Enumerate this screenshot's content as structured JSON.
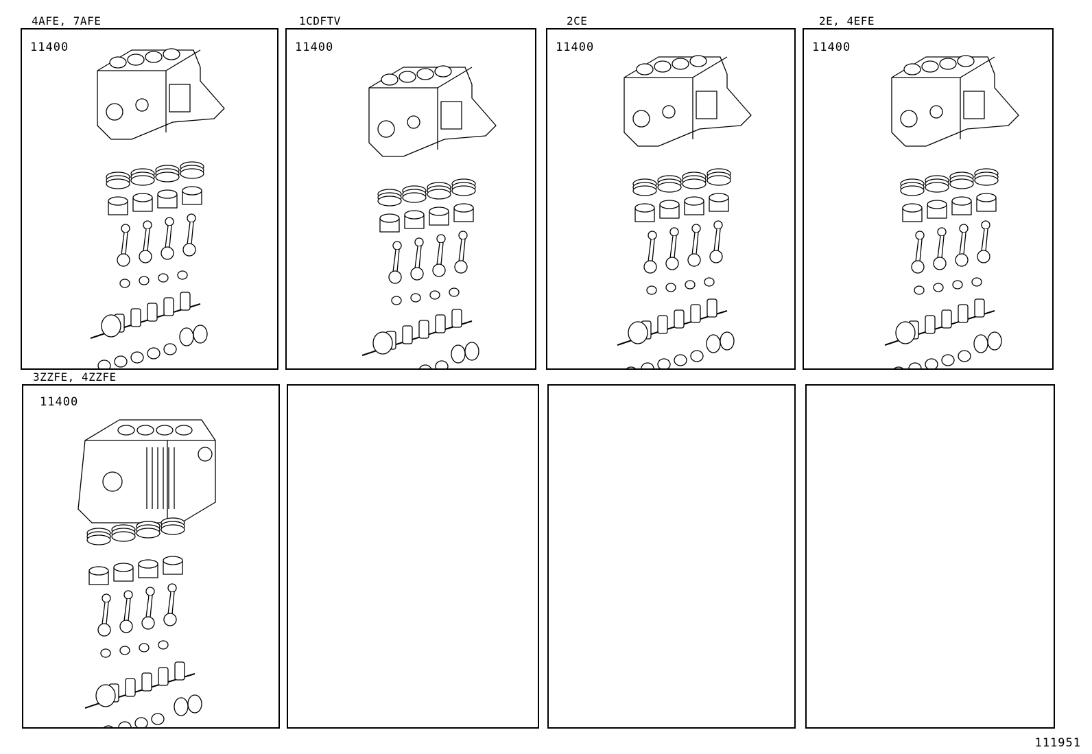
{
  "panels": [
    {
      "engine_codes": "4AFE, 7AFE",
      "part_number": "11400"
    },
    {
      "engine_codes": "1CDFTV",
      "part_number": "11400"
    },
    {
      "engine_codes": "2CE",
      "part_number": "11400"
    },
    {
      "engine_codes": "2E, 4EFE",
      "part_number": "11400"
    },
    {
      "engine_codes": "3ZZFE, 4ZZFE",
      "part_number": "11400"
    },
    {
      "engine_codes": "",
      "part_number": ""
    },
    {
      "engine_codes": "",
      "part_number": ""
    },
    {
      "engine_codes": "",
      "part_number": ""
    }
  ],
  "illustration_number": "111951"
}
